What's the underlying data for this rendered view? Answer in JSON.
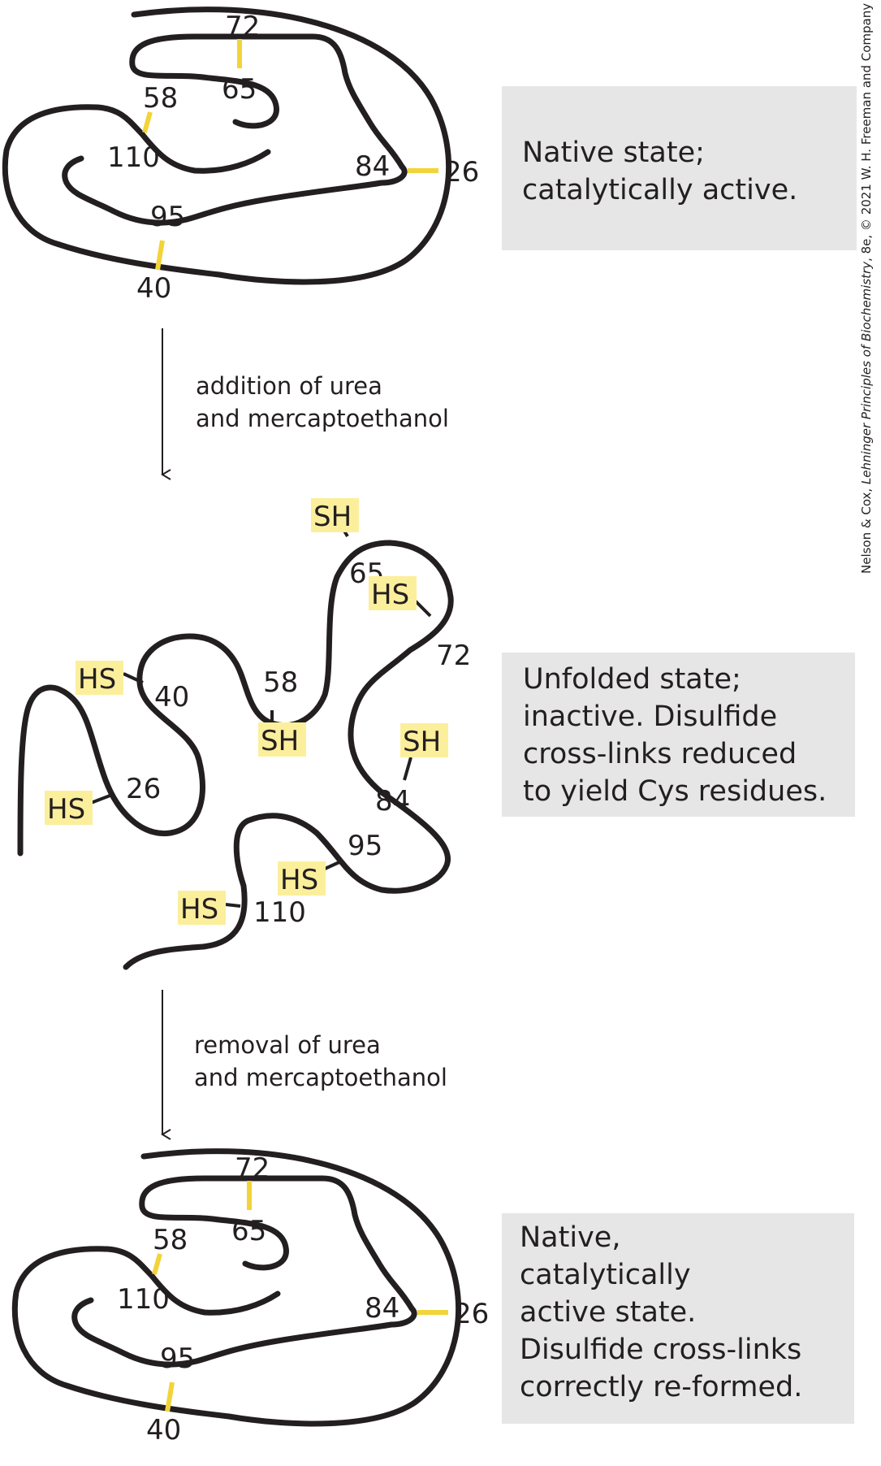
{
  "states": [
    {
      "name": "native",
      "description_lines": [
        "Native state;",
        "catalytically active."
      ],
      "disulfides": [
        [
          "72",
          "65"
        ],
        [
          "58",
          "110"
        ],
        [
          "95",
          "40"
        ],
        [
          "84",
          "26"
        ]
      ]
    },
    {
      "name": "unfolded",
      "description_lines": [
        "Unfolded state;",
        "inactive. Disulfide",
        "cross-links reduced",
        "to yield Cys residues."
      ],
      "residues": [
        {
          "number": "65",
          "group": "SH"
        },
        {
          "number": "72",
          "group": "HS"
        },
        {
          "number": "58",
          "group": "SH"
        },
        {
          "number": "40",
          "group": "HS"
        },
        {
          "number": "26",
          "group": "HS"
        },
        {
          "number": "84",
          "group": "SH"
        },
        {
          "number": "95",
          "group": "HS"
        },
        {
          "number": "110",
          "group": "HS"
        }
      ]
    },
    {
      "name": "refolded",
      "description_lines": [
        "Native,",
        "catalytically",
        "active state.",
        "Disulfide cross-links",
        "correctly re-formed."
      ],
      "disulfides": [
        [
          "72",
          "65"
        ],
        [
          "58",
          "110"
        ],
        [
          "95",
          "40"
        ],
        [
          "84",
          "26"
        ]
      ]
    }
  ],
  "steps": [
    {
      "lines": [
        "addition of urea",
        "and mercaptoethanol"
      ]
    },
    {
      "lines": [
        "removal of urea",
        "and mercaptoethanol"
      ]
    }
  ],
  "credit": {
    "prefix": "Nelson & Cox, ",
    "title": "Lehninger Principles of Biochemistry",
    "suffix": ", 8e, © 2021 W. H. Freeman and Company"
  },
  "colors": {
    "chain": "#231f20",
    "disulfide": "#f2d43a",
    "sulfhydryl_highlight": "#fcef9c",
    "caption_box": "#e6e6e6"
  }
}
